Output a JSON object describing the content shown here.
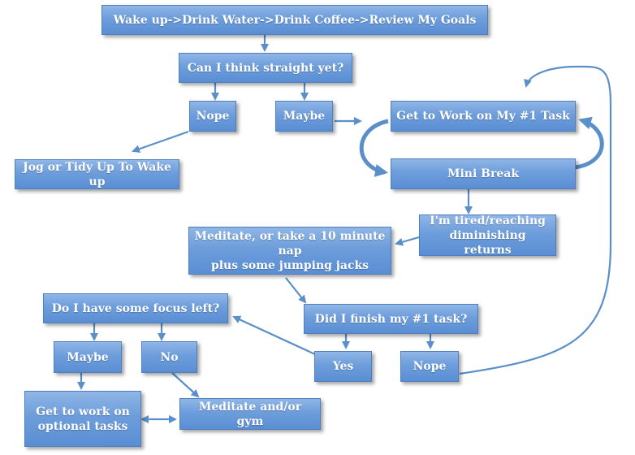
{
  "nodes": {
    "wake_up": "Wake up->Drink Water->Drink Coffee->Review My Goals",
    "think_straight": "Can I think straight yet?",
    "nope_1": "Nope",
    "maybe_1": "Maybe",
    "jog": "Jog or Tidy Up To Wake up",
    "work_task1": "Get to Work on My #1 Task",
    "mini_break": "Mini Break",
    "tired": "I'm tired/reaching\ndiminishing returns",
    "meditate_nap": "Meditate, or take a 10 minute nap\nplus some jumping jacks",
    "finish_task1": "Did I finish my #1 task?",
    "yes": "Yes",
    "nope_2": "Nope",
    "focus_left": "Do I have some focus left?",
    "maybe_2": "Maybe",
    "no": "No",
    "optional_tasks": "Get to work on\noptional tasks",
    "meditate_gym": "Meditate and/or gym"
  },
  "colors": {
    "box_fill": "#6d9ddb",
    "box_border": "#4f7fbf",
    "arrow": "#5b8fc9",
    "text": "#ffffff"
  }
}
